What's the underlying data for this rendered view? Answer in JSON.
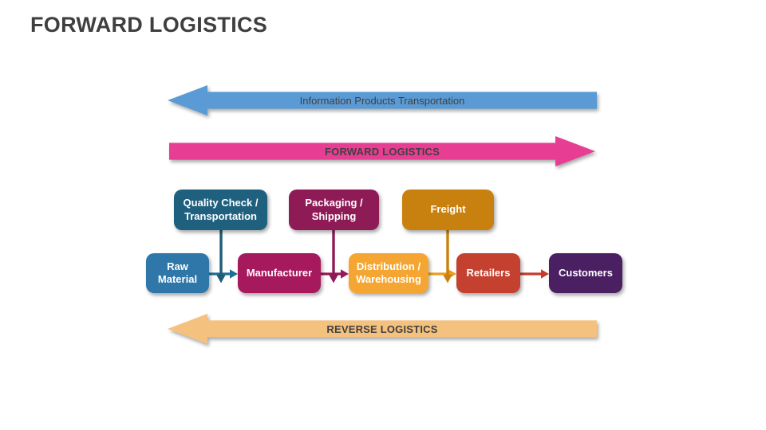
{
  "slide_title": "FORWARD LOGISTICS",
  "banners": {
    "info": {
      "label": "Information Products Transportation",
      "color": "#5B9BD5",
      "text_color": "#404040",
      "direction": "left"
    },
    "forward": {
      "label": "FORWARD LOGISTICS",
      "color": "#E73E93",
      "text_color": "#404040",
      "direction": "right"
    },
    "reverse": {
      "label": "REVERSE LOGISTICS",
      "color": "#F5C17E",
      "text_color": "#404040",
      "direction": "left"
    }
  },
  "top_boxes": [
    {
      "label": "Quality Check / Transportation",
      "color": "#20607F"
    },
    {
      "label": "Packaging / Shipping",
      "color": "#8E1A56"
    },
    {
      "label": "Freight",
      "color": "#C8810E"
    }
  ],
  "flow_boxes": [
    {
      "label": "Raw Material",
      "color": "#2E77A8"
    },
    {
      "label": "Manufacturer",
      "color": "#A6195C"
    },
    {
      "label": "Distribution / Warehousing",
      "color": "#F5A632"
    },
    {
      "label": "Retailers",
      "color": "#C4402F"
    },
    {
      "label": "Customers",
      "color": "#4A2063"
    }
  ],
  "connectors": [
    {
      "name": "raw-to-manufacturer",
      "color": "#1F6E96"
    },
    {
      "name": "manufacturer-to-distribution",
      "color": "#99175A"
    },
    {
      "name": "distribution-to-retailers",
      "color": "#ED9C1B"
    },
    {
      "name": "retailers-to-customers",
      "color": "#C63B2D"
    },
    {
      "name": "quality-check-down",
      "color": "#1F5C78"
    },
    {
      "name": "packaging-down",
      "color": "#8E1A56"
    },
    {
      "name": "freight-down",
      "color": "#C8810E"
    }
  ]
}
